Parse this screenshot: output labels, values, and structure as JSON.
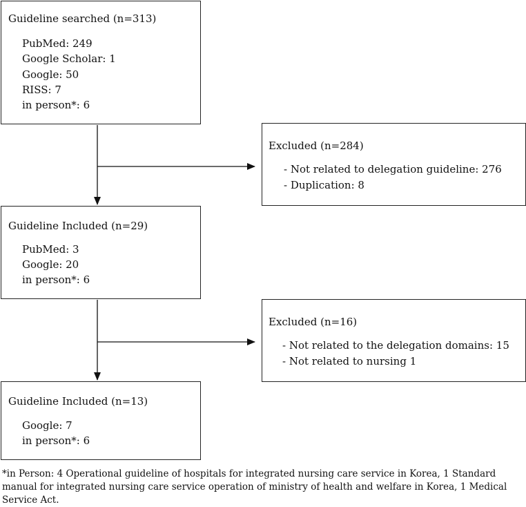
{
  "stage1": {
    "title": "Guideline searched (n=313)",
    "items": [
      "PubMed: 249",
      "Google Scholar: 1",
      "Google: 50",
      "RISS: 7",
      "in person*: 6"
    ]
  },
  "excluded1": {
    "title": "Excluded (n=284)",
    "items": [
      "- Not related to delegation guideline: 276",
      "- Duplication: 8"
    ]
  },
  "stage2": {
    "title": "Guideline Included (n=29)",
    "items": [
      "PubMed: 3",
      "Google: 20",
      "in person*: 6"
    ]
  },
  "excluded2": {
    "title": "Excluded (n=16)",
    "items": [
      "- Not related to the delegation domains: 15",
      "- Not related to nursing 1"
    ]
  },
  "stage3": {
    "title": "Guideline Included (n=13)",
    "items": [
      "Google: 7",
      "in person*: 6"
    ]
  },
  "footnote": "*in Person: 4 Operational guideline of hospitals for integrated nursing care service in Korea, 1 Standard manual for integrated nursing care service operation of ministry of health and welfare in Korea, 1 Medical Service Act."
}
